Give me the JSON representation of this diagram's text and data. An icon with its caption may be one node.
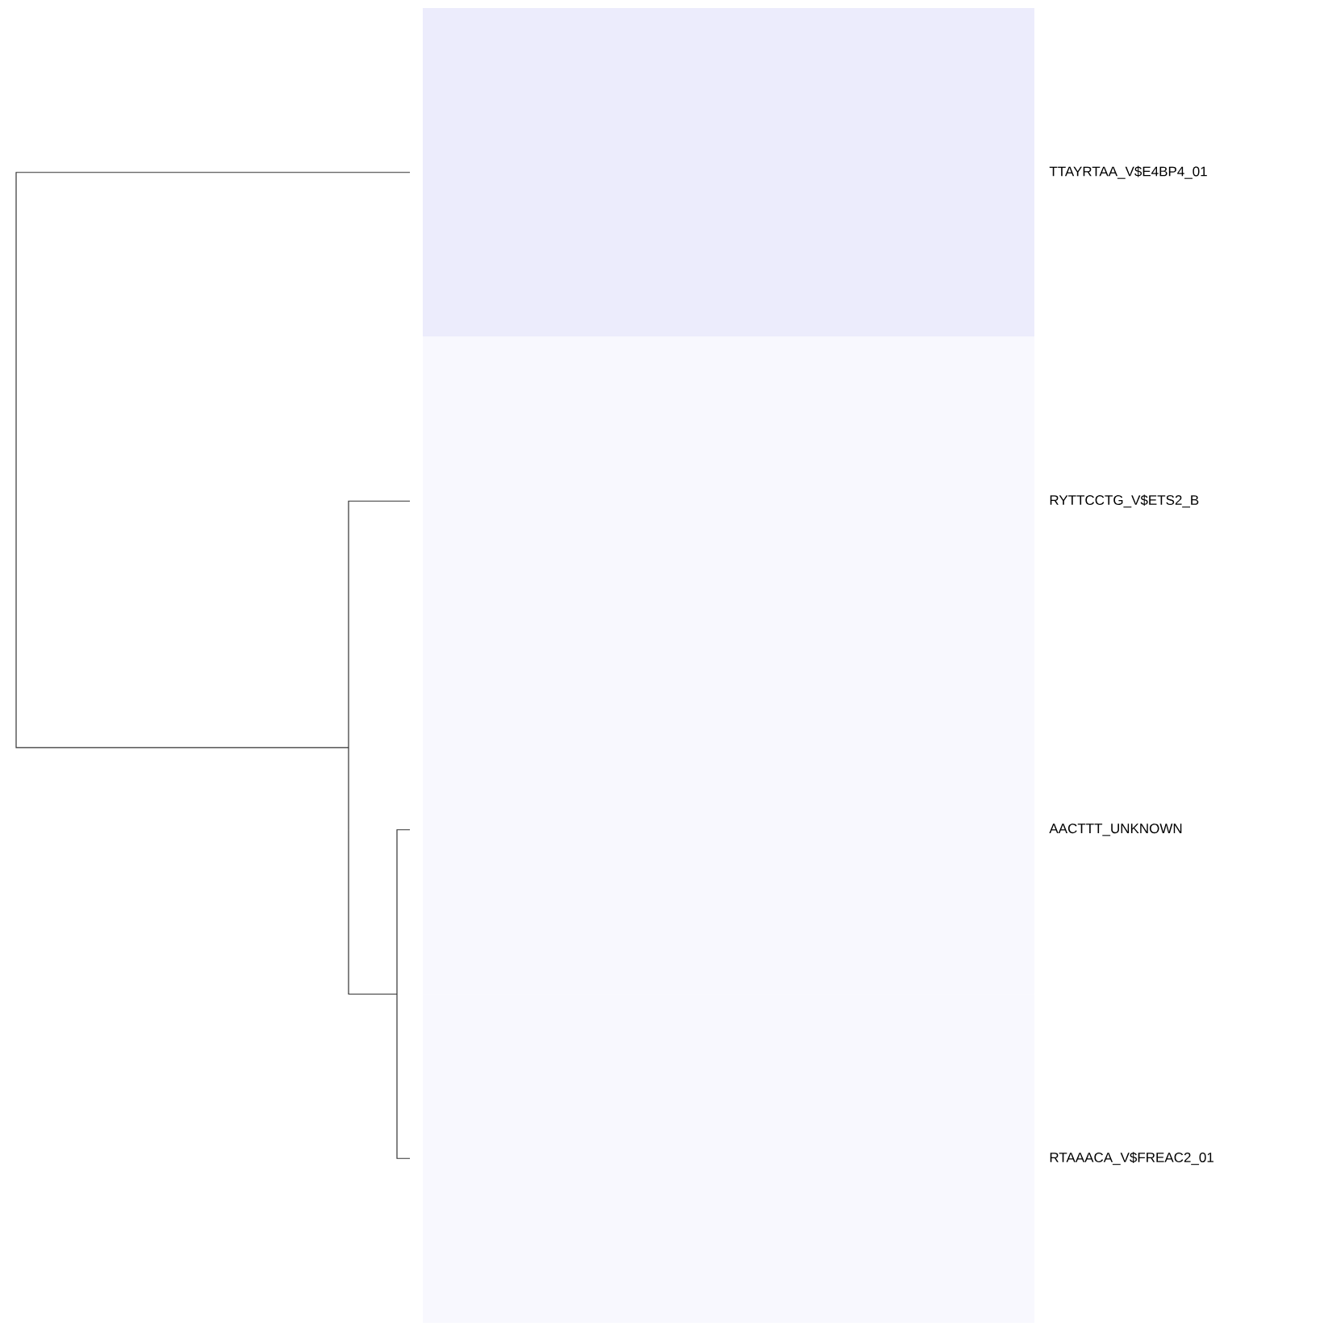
{
  "diagram": {
    "labels": [
      "TTAYRTAA_V$E4BP4_01",
      "RYTTCCTG_V$ETS2_B",
      "AACTTT_UNKNOWN",
      "RTAAACA_V$FREAC2_01"
    ]
  }
}
